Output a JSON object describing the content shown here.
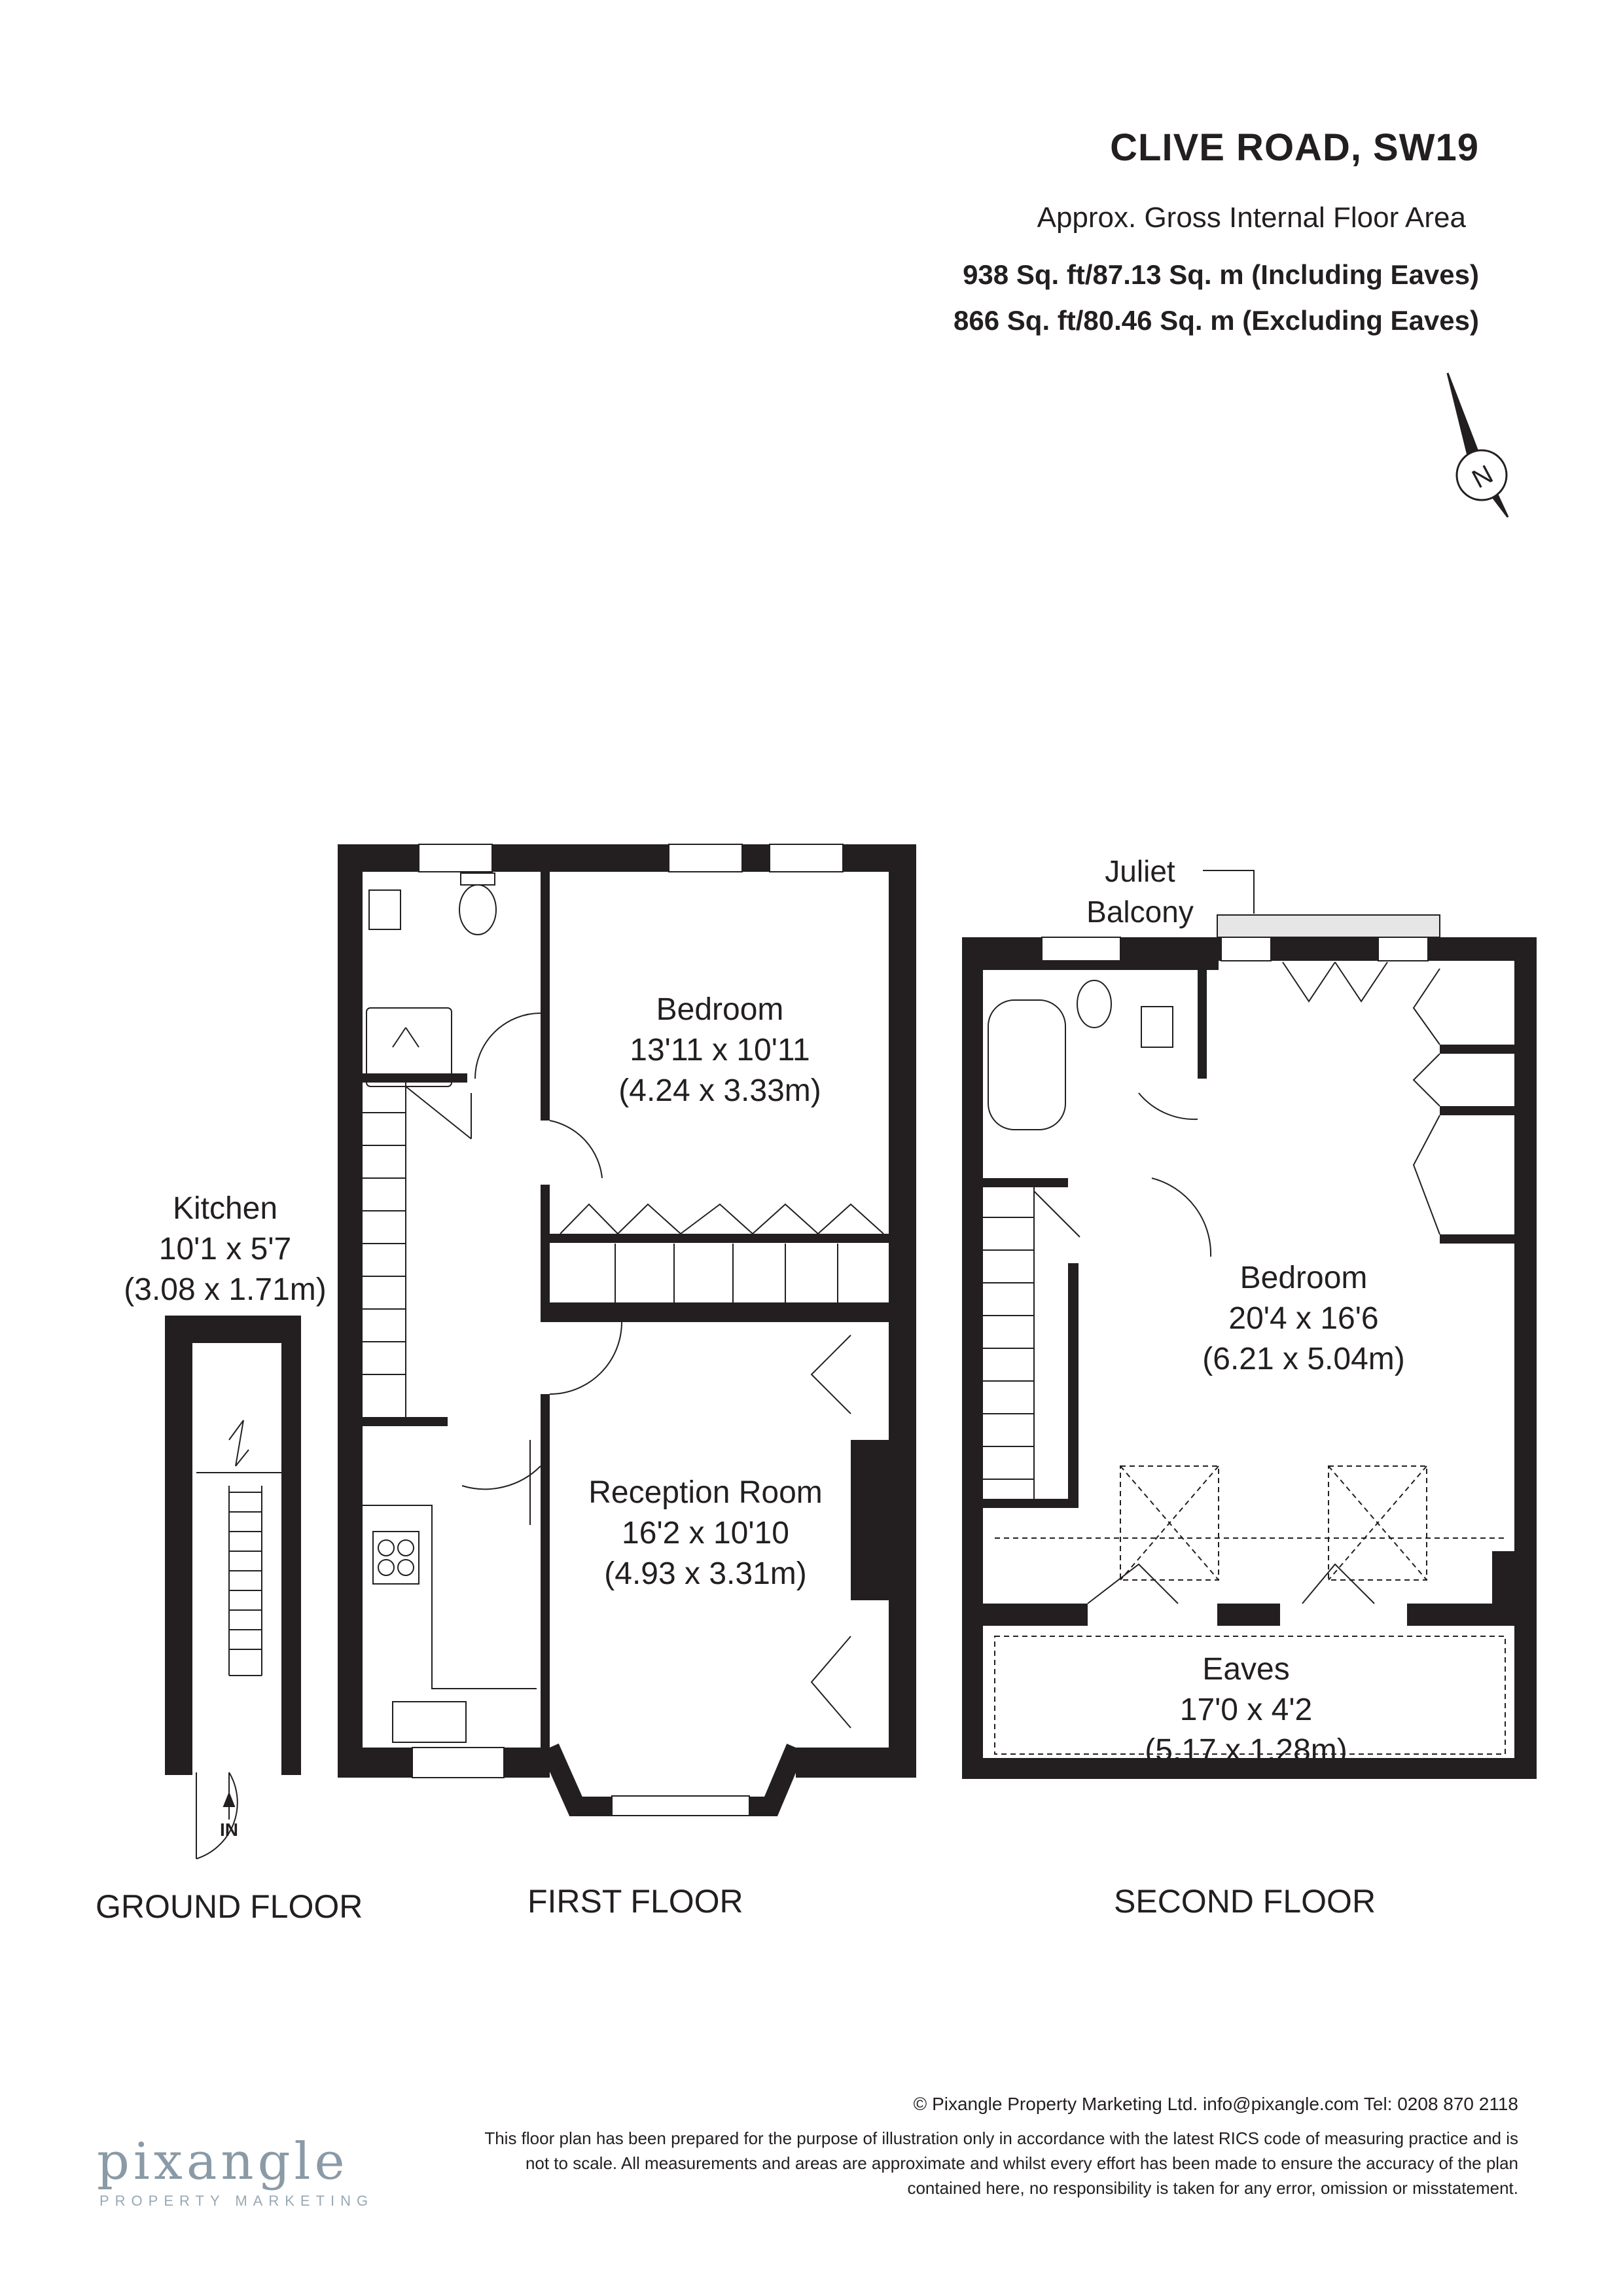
{
  "header": {
    "title": "CLIVE ROAD, SW19",
    "subtitle": "Approx. Gross Internal Floor Area",
    "area_including": "938 Sq. ft/87.13 Sq. m (Including Eaves)",
    "area_excluding": "866 Sq. ft/80.46 Sq. m (Excluding Eaves)"
  },
  "compass": {
    "label": "N",
    "icon": "compass-north-icon"
  },
  "rooms": {
    "bedroom1": {
      "name": "Bedroom",
      "imperial": "13'11 x 10'11",
      "metric": "(4.24 x 3.33m)"
    },
    "kitchen": {
      "name": "Kitchen",
      "imperial": "10'1 x 5'7",
      "metric": "(3.08 x 1.71m)"
    },
    "reception": {
      "name": "Reception Room",
      "imperial": "16'2 x 10'10",
      "metric": "(4.93 x 3.31m)"
    },
    "bedroom2": {
      "name": "Bedroom",
      "imperial": "20'4 x 16'6",
      "metric": "(6.21 x 5.04m)"
    },
    "eaves": {
      "name": "Eaves",
      "imperial": "17'0 x 4'2",
      "metric": "(5.17 x 1.28m)"
    }
  },
  "annotations": {
    "juliet_line1": "Juliet",
    "juliet_line2": "Balcony",
    "entrance": "IN"
  },
  "floors": {
    "ground": "GROUND FLOOR",
    "first": "FIRST FLOOR",
    "second": "SECOND FLOOR"
  },
  "footer": {
    "copyright": "© Pixangle Property Marketing Ltd. info@pixangle.com Tel: 0208 870 2118",
    "disclaimer_line1": "This floor plan has been prepared for the purpose of illustration only in accordance with the latest RICS code of measuring practice and is",
    "disclaimer_line2": "not to scale. All measurements and areas are approximate and whilst every effort has been made to ensure the accuracy of the plan",
    "disclaimer_line3": "contained here, no responsibility is taken for any error, omission or misstatement.",
    "logo": "pixangle",
    "logo_sub": "PROPERTY MARKETING"
  },
  "colors": {
    "wall": "#231f20",
    "text": "#231f20",
    "logo": "#8a9aa6"
  }
}
